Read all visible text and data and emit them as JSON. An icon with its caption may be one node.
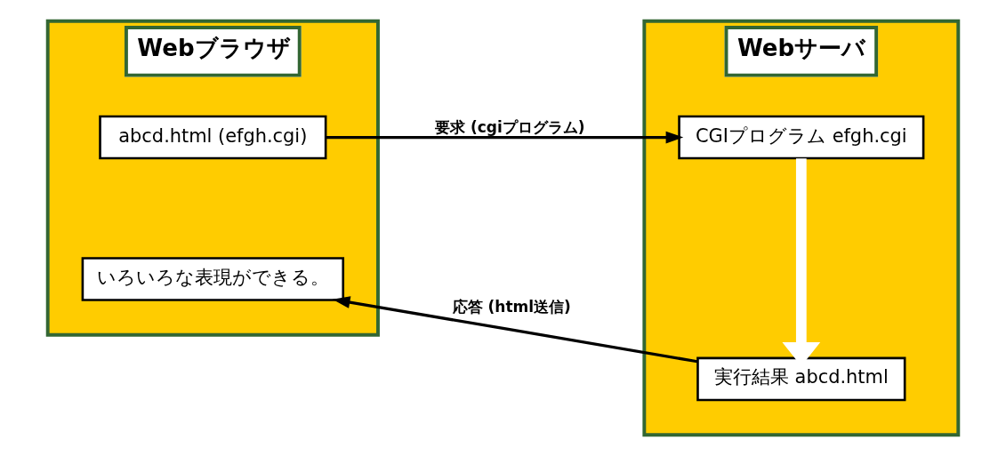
{
  "diagram": {
    "nodes": [
      {
        "text": [
          "Webブラウザ"
        ]
      },
      {
        "text": [
          "abcd.html (efgh.cgi)"
        ],
        "in": 0
      },
      {
        "text": [
          "いろいろな表現ができる。"
        ],
        "in": 0
      },
      {
        "text": [
          "Webサーバ"
        ]
      },
      {
        "text": [
          "CGIプログラム efgh.cgi"
        ],
        "in": 3
      },
      {
        "text": [
          "実行結果 abcd.html"
        ],
        "in": 3
      }
    ],
    "edges": [
      {
        "from": 1,
        "to": 4,
        "arrow": "to",
        "label": "要求 (cgiプログラム)"
      },
      {
        "from": 4,
        "to": 5,
        "arrow": "to",
        "style": "thick",
        "color": "#ffffff"
      },
      {
        "from": 5,
        "to": 2,
        "arrow": "to",
        "label": "応答 (html送信)"
      }
    ]
  }
}
